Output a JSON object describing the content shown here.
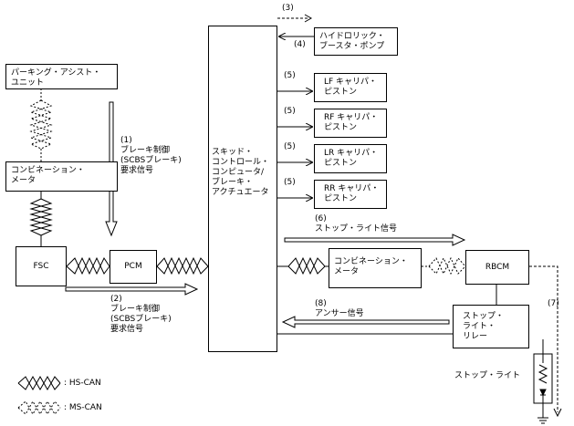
{
  "modules": {
    "parking_assist": "パーキング・アシスト・\nユニット",
    "combination_meter_left": "コンビネーション・\nメータ",
    "fsc": "FSC",
    "pcm": "PCM",
    "central_unit": "スキッド・\nコントロール・\nコンピュータ/\nブレーキ・\nアクチュエータ",
    "hydraulic_booster_pump": "ハイドロリック・\nブースタ・ポンプ",
    "lf_caliper": "LF キャリパ・\nピストン",
    "rf_caliper": "RF キャリパ・\nピストン",
    "lr_caliper": "LR キャリパ・\nピストン",
    "rr_caliper": "RR キャリパ・\nピストン",
    "combination_meter_right": "コンビネーション・\nメータ",
    "rbcm": "RBCM",
    "stop_light_relay": "ストップ・\nライト・\nリレー",
    "stop_light": "ストップ・ライト"
  },
  "signals": {
    "s1": "(1)\nブレーキ制御\n(SCBSブレーキ)\n要求信号",
    "s2": "(2)\nブレーキ制御\n(SCBSブレーキ)\n要求信号",
    "s3": "(3)",
    "s4": "(4)",
    "s5a": "(5)",
    "s5b": "(5)",
    "s5c": "(5)",
    "s5d": "(5)",
    "s6": "(6)\nストップ・ライト信号",
    "s7": "(7)",
    "s8": "(8)\nアンサー信号"
  },
  "legend": {
    "hs_can": ": HS-CAN",
    "ms_can": ": MS-CAN"
  }
}
